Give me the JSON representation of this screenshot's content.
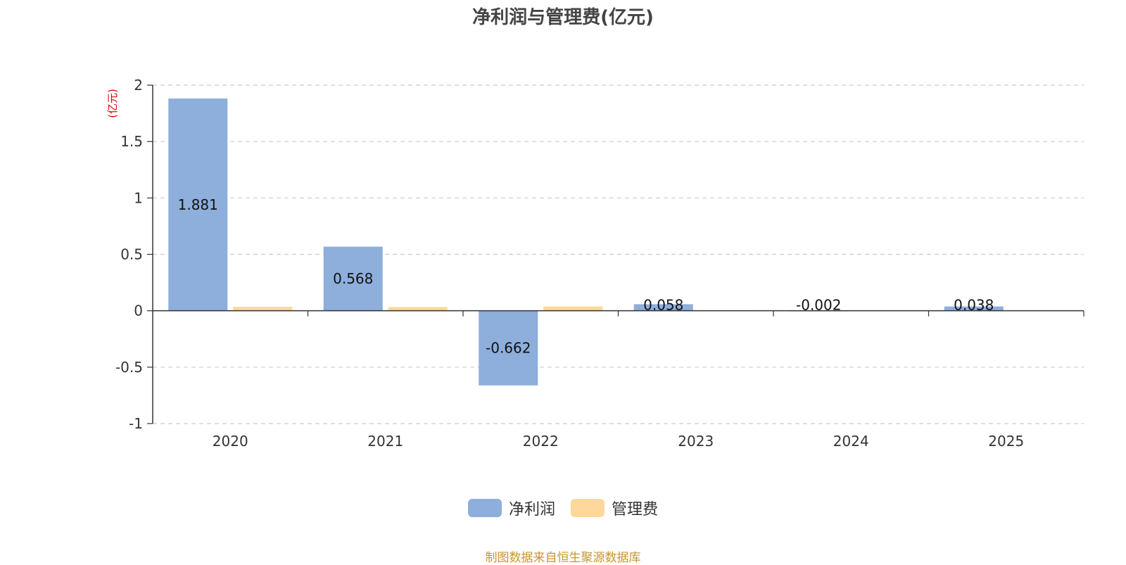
{
  "chart_data": {
    "type": "bar",
    "title": "净利润与管理费(亿元)",
    "unit_label": "(亿元)",
    "categories": [
      "2020",
      "2021",
      "2022",
      "2023",
      "2024",
      "2025"
    ],
    "series": [
      {
        "name": "净利润",
        "color": "#8eaedb",
        "values": [
          1.881,
          0.568,
          -0.662,
          0.058,
          -0.002,
          0.038
        ],
        "data_labels": [
          "1.881",
          "0.568",
          "-0.662",
          "0.058",
          "-0.002",
          "0.038"
        ]
      },
      {
        "name": "管理费",
        "color": "#fdd89a",
        "values": [
          0.035,
          0.033,
          0.038,
          0.005,
          0.002,
          0.002
        ]
      }
    ],
    "ylim": [
      -1,
      2
    ],
    "yticks": [
      {
        "value": 2,
        "label": "2"
      },
      {
        "value": 1.5,
        "label": "1.5"
      },
      {
        "value": 1,
        "label": "1"
      },
      {
        "value": 0.5,
        "label": "0.5"
      },
      {
        "value": 0,
        "label": "0"
      },
      {
        "value": -0.5,
        "label": "-0.5"
      },
      {
        "value": -1,
        "label": "-1"
      }
    ],
    "grid": true,
    "legend_position": "bottom-center"
  },
  "footer": {
    "source": "制图数据来自恒生聚源数据库"
  }
}
